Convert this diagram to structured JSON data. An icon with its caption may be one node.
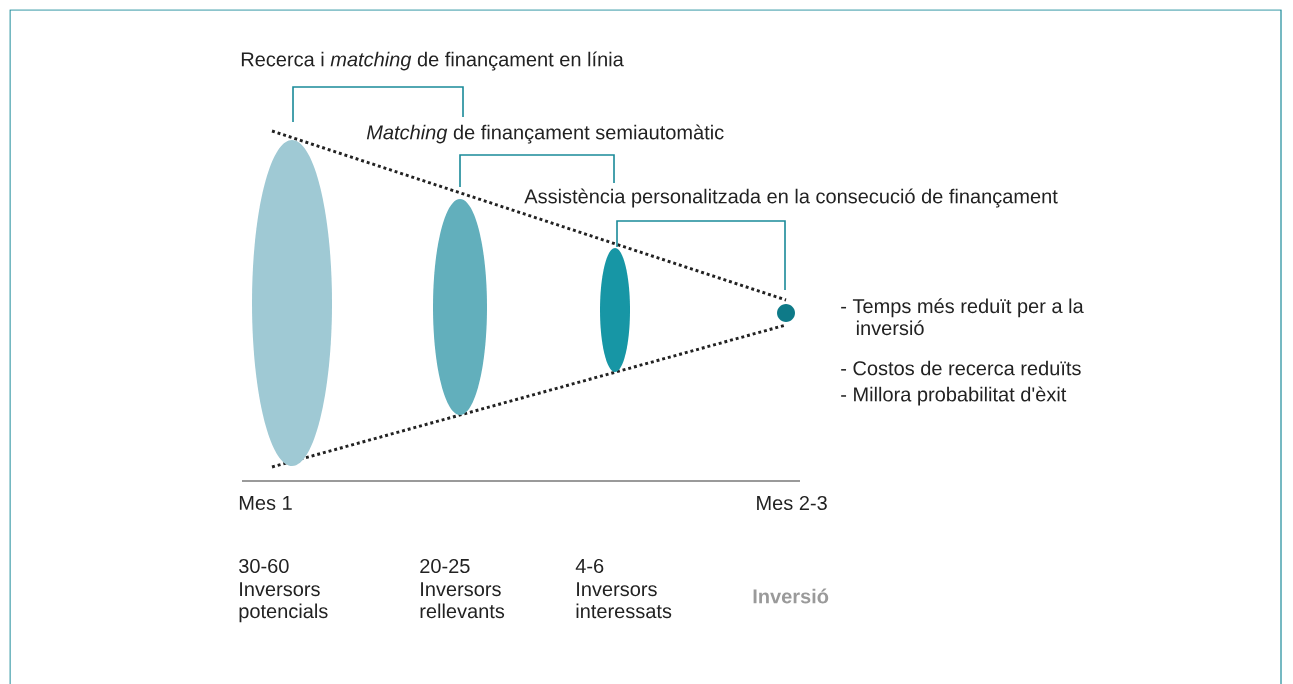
{
  "diagram": {
    "nodes": [
      {
        "text": [],
        "shape": "ellipse"
      },
      {
        "text": [],
        "shape": "ellipse"
      },
      {
        "text": [],
        "shape": "ellipse"
      },
      {
        "text": [],
        "shape": "circle"
      }
    ],
    "labels": [
      "Recerca i *matching* de finançament en línia",
      "*Matching* de finançament semiautomàtic",
      "Assistència personalitzada en la consecució de finançament",
      "- Temps més reduït per a la inversió",
      "- Costos de recerca reduïts",
      "- Millora probabilitat d'èxit",
      "Mes 1",
      "Mes 2-3",
      "30-60",
      "Inversors potencials",
      "20-25",
      "Inversors rellevants",
      "4-6",
      "Inversors interessats",
      "Inversió"
    ]
  }
}
